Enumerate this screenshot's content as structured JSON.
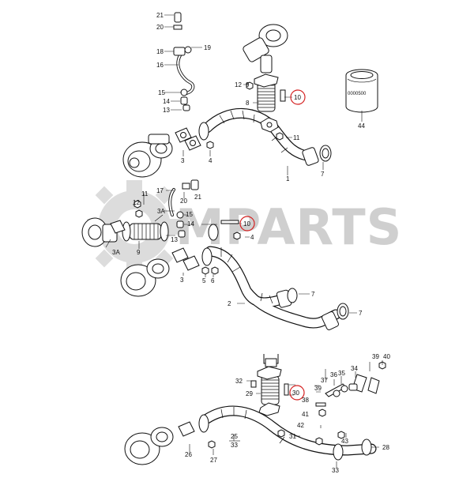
{
  "watermark": {
    "text": "MPARTS"
  },
  "badge_44": "0000500",
  "callouts": [
    {
      "id": "c21a",
      "text": "21"
    },
    {
      "id": "c20a",
      "text": "20"
    },
    {
      "id": "c18a",
      "text": "18"
    },
    {
      "id": "c19a",
      "text": "19"
    },
    {
      "id": "c16a",
      "text": "16"
    },
    {
      "id": "c15a",
      "text": "15"
    },
    {
      "id": "c14a",
      "text": "14"
    },
    {
      "id": "c13a",
      "text": "13"
    },
    {
      "id": "c12a",
      "text": "12"
    },
    {
      "id": "c9a",
      "text": "9"
    },
    {
      "id": "c10a",
      "text": "10"
    },
    {
      "id": "c8a",
      "text": "8"
    },
    {
      "id": "c11a",
      "text": "11"
    },
    {
      "id": "c44",
      "text": "44"
    },
    {
      "id": "c3a",
      "text": "3"
    },
    {
      "id": "c4a",
      "text": "4"
    },
    {
      "id": "c1",
      "text": "1"
    },
    {
      "id": "c7a",
      "text": "7"
    },
    {
      "id": "c17b",
      "text": "17"
    },
    {
      "id": "c20b",
      "text": "20"
    },
    {
      "id": "c21b",
      "text": "21"
    },
    {
      "id": "c11b",
      "text": "11"
    },
    {
      "id": "c12b",
      "text": "12"
    },
    {
      "id": "c3Ab",
      "text": "3A"
    },
    {
      "id": "c15b",
      "text": "15"
    },
    {
      "id": "c14b",
      "text": "14"
    },
    {
      "id": "c10b",
      "text": "10"
    },
    {
      "id": "c13b",
      "text": "13"
    },
    {
      "id": "c4b",
      "text": "4"
    },
    {
      "id": "c3Ac",
      "text": "3A"
    },
    {
      "id": "c9b",
      "text": "9"
    },
    {
      "id": "c3b",
      "text": "3"
    },
    {
      "id": "c5b",
      "text": "5"
    },
    {
      "id": "c6b",
      "text": "6"
    },
    {
      "id": "c7b",
      "text": "7"
    },
    {
      "id": "c2",
      "text": "2"
    },
    {
      "id": "c7c",
      "text": "7"
    },
    {
      "id": "c32",
      "text": "32"
    },
    {
      "id": "c29",
      "text": "29"
    },
    {
      "id": "c30",
      "text": "30"
    },
    {
      "id": "c38",
      "text": "38"
    },
    {
      "id": "c39a",
      "text": "39"
    },
    {
      "id": "c37",
      "text": "37"
    },
    {
      "id": "c36",
      "text": "36"
    },
    {
      "id": "c35",
      "text": "35"
    },
    {
      "id": "c34",
      "text": "34"
    },
    {
      "id": "c39b",
      "text": "39"
    },
    {
      "id": "c40",
      "text": "40"
    },
    {
      "id": "c41",
      "text": "41"
    },
    {
      "id": "c42",
      "text": "42"
    },
    {
      "id": "c31",
      "text": "31"
    },
    {
      "id": "c43",
      "text": "43"
    },
    {
      "id": "c25",
      "text": "25"
    },
    {
      "id": "c33a",
      "text": "33"
    },
    {
      "id": "c26",
      "text": "26"
    },
    {
      "id": "c27",
      "text": "27"
    },
    {
      "id": "c28",
      "text": "28"
    },
    {
      "id": "c33b",
      "text": "33"
    }
  ],
  "colors": {
    "highlight": "#d42020",
    "line": "#111111",
    "watermark": "#cfcfcf"
  }
}
